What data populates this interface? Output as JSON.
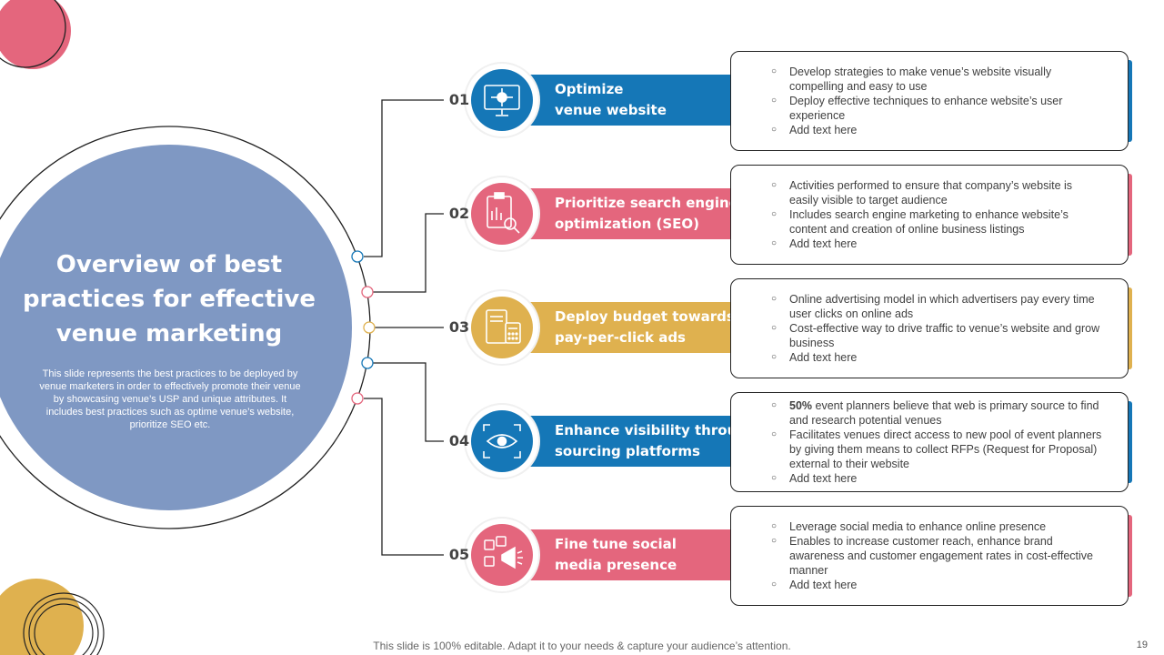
{
  "colors": {
    "blue": "#1577b7",
    "pink": "#e4667d",
    "gold": "#dfb14f",
    "main_circle": "#7f98c3",
    "line": "#222222"
  },
  "slide": {
    "title": "Overview of best practices for effective venue marketing",
    "description": "This slide represents the best practices to be deployed by venue marketers in order to effectively promote their venue by showcasing venue’s USP and unique attributes. It includes best practices such as optime venue’s website, prioritize SEO etc.",
    "footer": "This slide is 100% editable. Adapt it to your needs & capture your audience’s attention.",
    "page_number": "19"
  },
  "items": [
    {
      "number": "01",
      "label": "Optimize\nvenue website",
      "icon": "monitor-network-icon",
      "color": "blue",
      "bullets": [
        {
          "text": "Develop strategies to make venue’s website visually compelling and easy to use"
        },
        {
          "text": "Deploy effective techniques to enhance website’s user experience"
        },
        {
          "text": "Add text here"
        }
      ]
    },
    {
      "number": "02",
      "label": "Prioritize search engine\noptimization (SEO)",
      "icon": "clipboard-search-icon",
      "color": "pink",
      "bullets": [
        {
          "text": "Activities performed to ensure that company’s website is easily visible to target audience"
        },
        {
          "text": "Includes search engine marketing to enhance website’s content and creation of online business listings"
        },
        {
          "text": "Add text here"
        }
      ]
    },
    {
      "number": "03",
      "label": "Deploy budget towards\npay-per-click ads",
      "icon": "budget-calculator-icon",
      "color": "gold",
      "bullets": [
        {
          "text": "Online advertising model in which advertisers pay every time user clicks on online ads"
        },
        {
          "text": "Cost-effective way to drive traffic to venue’s website and grow business"
        },
        {
          "text": "Add text here"
        }
      ]
    },
    {
      "number": "04",
      "label": "Enhance visibility through\nsourcing platforms",
      "icon": "eye-focus-icon",
      "color": "blue",
      "bullets": [
        {
          "bold": "50%",
          "text": " event planners believe that web is primary source to find and research potential venues"
        },
        {
          "text": "Facilitates venues direct access to new pool of event planners by giving them means to collect RFPs (Request for Proposal) external to their website"
        },
        {
          "text": "Add text here"
        }
      ]
    },
    {
      "number": "05",
      "label": "Fine tune social\nmedia presence",
      "icon": "social-megaphone-icon",
      "color": "pink",
      "bullets": [
        {
          "text": "Leverage social media to enhance online presence"
        },
        {
          "text": "Enables to increase customer reach, enhance brand awareness and customer engagement rates in cost-effective manner"
        },
        {
          "text": "Add text here"
        }
      ]
    }
  ]
}
